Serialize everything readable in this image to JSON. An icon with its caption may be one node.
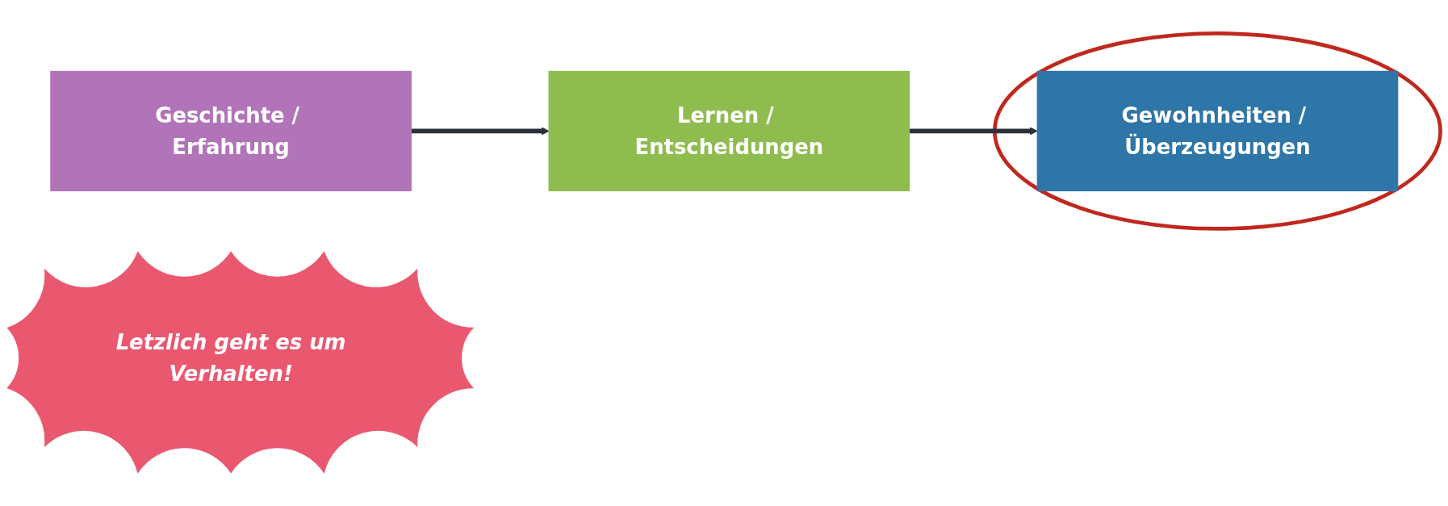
{
  "diagram": {
    "nodes": [
      {
        "text": [
          "Geschichte / Erfahrung"
        ]
      },
      {
        "text": [
          "Lernen / Entscheidungen"
        ]
      },
      {
        "text": [],
        "shape": "circle"
      },
      {
        "text": [
          "Gewohnheiten / Überzeugungen"
        ],
        "in": 2
      },
      {
        "text": [
          "Letzlich geht es um",
          "Verhalten!"
        ]
      }
    ],
    "edges": [
      {
        "from": 0,
        "to": 1,
        "arrow": "to"
      },
      {
        "from": 1,
        "to": 3,
        "arrow": "to"
      }
    ]
  }
}
